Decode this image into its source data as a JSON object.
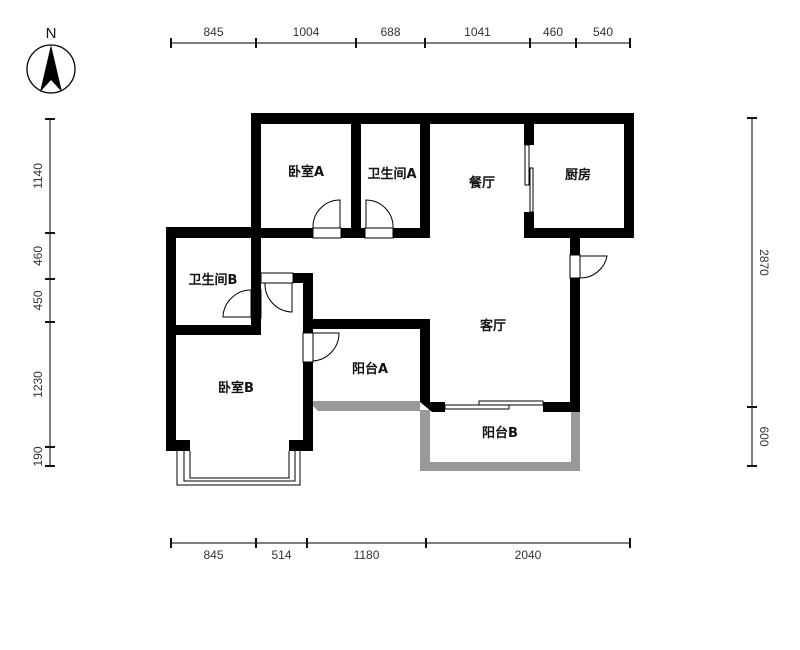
{
  "compass": {
    "label": "N",
    "icon": "north-arrow-icon"
  },
  "rooms": {
    "bedroom_a": "卧室A",
    "bath_a": "卫生间A",
    "dining": "餐厅",
    "kitchen": "厨房",
    "bath_b": "卫生间B",
    "living": "客厅",
    "balcony_a": "阳台A",
    "bedroom_b": "卧室B",
    "balcony_b": "阳台B"
  },
  "dimensions": {
    "top": [
      "845",
      "1004",
      "688",
      "1041",
      "460",
      "540"
    ],
    "bottom": [
      "845",
      "514",
      "1180",
      "2040"
    ],
    "left": [
      "1140",
      "460",
      "450",
      "1230",
      "190"
    ],
    "right": [
      "2870",
      "600"
    ]
  },
  "colors": {
    "wall": "#000000",
    "balcony": "#999999",
    "dim_line": "#555555"
  }
}
